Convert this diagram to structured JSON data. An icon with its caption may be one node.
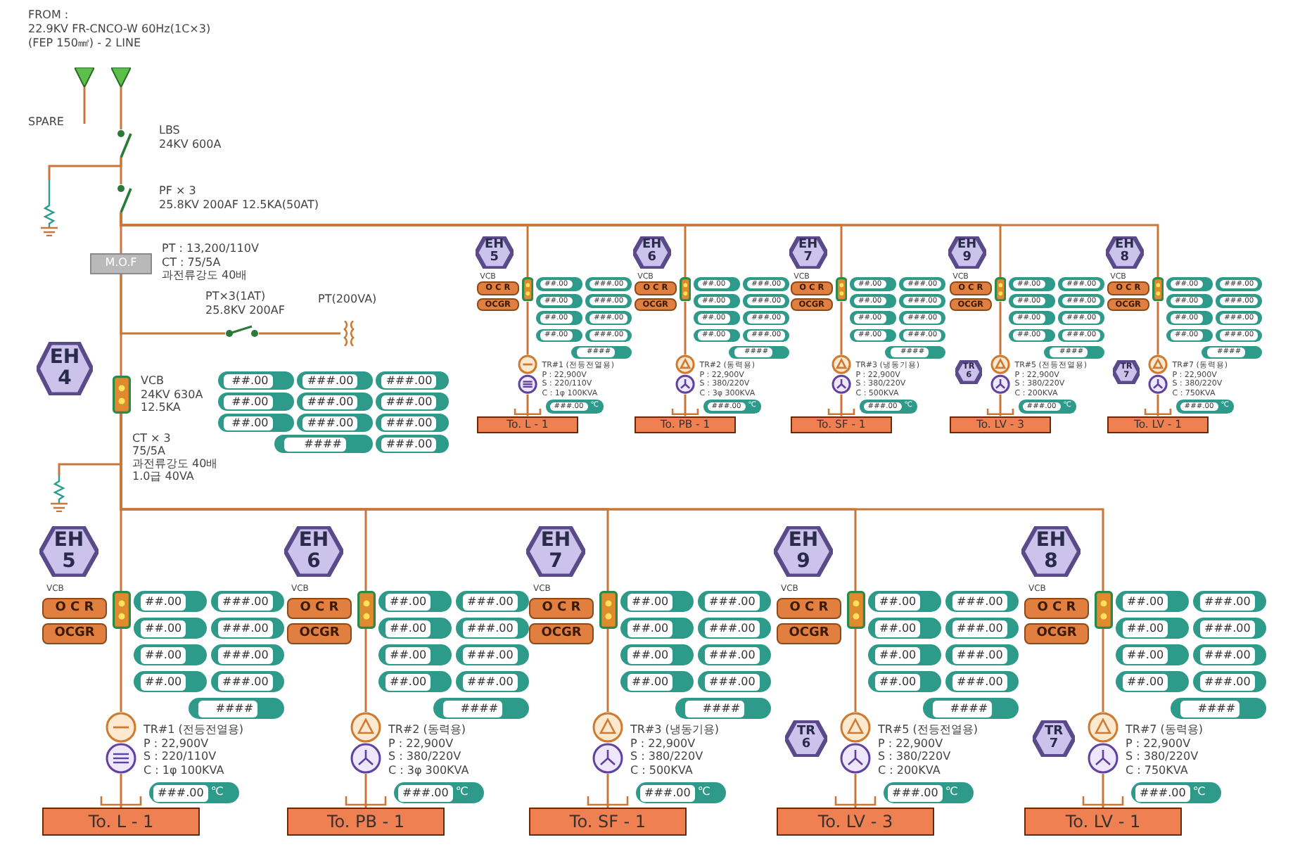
{
  "diagram": {
    "nodes": [
      {
        "text": [],
        "shape": "triangle",
        "beside": [
          "SPARE"
        ]
      },
      {
        "text": [],
        "shape": "triangle"
      },
      {
        "text": [],
        "shape": "switch",
        "beside": [
          "LBS",
          "24KV 600A"
        ]
      },
      {
        "text": [],
        "shape": "switch",
        "beside": [
          "PF × 3",
          "25.8KV 200AF 12.5KA(50AT)"
        ]
      },
      {
        "text": [
          "M.O.F"
        ],
        "beside": [
          "PT : 13,200/110V",
          "CT : 75/5A",
          "과전류강도 40배"
        ]
      },
      {
        "text": [],
        "shape": "switch",
        "beside": [
          "PT×3(1AT)",
          "25.8KV 200AF"
        ]
      },
      {
        "text": [],
        "shape": "coil",
        "beside": [
          "PT(200VA)"
        ]
      },
      {
        "text": [
          "EH 4"
        ]
      },
      {
        "text": [],
        "shape": "box",
        "beside": [
          "VCB",
          "24KV 630A",
          "12.5KA"
        ]
      },
      {
        "text": [
          "##.00"
        ]
      },
      {
        "text": [
          "###.00"
        ]
      },
      {
        "text": [
          "###.00"
        ]
      },
      {
        "text": [
          "##.00"
        ]
      },
      {
        "text": [
          "###.00"
        ]
      },
      {
        "text": [
          "###.00"
        ]
      },
      {
        "text": [
          "##.00"
        ]
      },
      {
        "text": [
          "###.00"
        ]
      },
      {
        "text": [
          "###.00"
        ]
      },
      {
        "text": [
          "####"
        ]
      },
      {
        "text": [
          "###.00"
        ]
      },
      {
        "text": [
          "EH 5"
        ]
      },
      {
        "text": [],
        "shape": "box"
      },
      {
        "text": [
          "O C R"
        ],
        "beside": [
          "VCB"
        ]
      },
      {
        "text": [
          "OCGR"
        ]
      },
      {
        "text": [
          "##.00"
        ]
      },
      {
        "text": [
          "##.00"
        ]
      },
      {
        "text": [
          "##.00"
        ]
      },
      {
        "text": [
          "##.00"
        ]
      },
      {
        "text": [
          "###.00"
        ]
      },
      {
        "text": [
          "###.00"
        ]
      },
      {
        "text": [
          "###.00"
        ]
      },
      {
        "text": [
          "###.00"
        ]
      },
      {
        "text": [
          "####"
        ]
      },
      {
        "text": [],
        "shape": "circle",
        "beside": [
          "TR#1 (전등전열용)",
          "P : 22,900V",
          "S : 220/110V",
          "C : 1φ 100KVA"
        ]
      },
      {
        "text": [
          "###.00",
          "℃"
        ]
      },
      {
        "text": [
          "To. L - 1"
        ]
      },
      {
        "text": [
          "EH 6"
        ]
      },
      {
        "text": [],
        "shape": "box"
      },
      {
        "text": [
          "O C R"
        ],
        "beside": [
          "VCB"
        ]
      },
      {
        "text": [
          "OCGR"
        ]
      },
      {
        "text": [
          "##.00"
        ]
      },
      {
        "text": [
          "##.00"
        ]
      },
      {
        "text": [
          "##.00"
        ]
      },
      {
        "text": [
          "##.00"
        ]
      },
      {
        "text": [
          "###.00"
        ]
      },
      {
        "text": [
          "###.00"
        ]
      },
      {
        "text": [
          "###.00"
        ]
      },
      {
        "text": [
          "###.00"
        ]
      },
      {
        "text": [
          "####"
        ]
      },
      {
        "text": [],
        "shape": "circle",
        "beside": [
          "TR#2 (동력용)",
          "P : 22,900V",
          "S : 380/220V",
          "C : 3φ 300KVA"
        ]
      },
      {
        "text": [
          "###.00",
          "℃"
        ]
      },
      {
        "text": [
          "To. PB - 1"
        ]
      },
      {
        "text": [
          "EH 7"
        ]
      },
      {
        "text": [],
        "shape": "box"
      },
      {
        "text": [
          "O C R"
        ],
        "beside": [
          "VCB"
        ]
      },
      {
        "text": [
          "OCGR"
        ]
      },
      {
        "text": [
          "##.00"
        ]
      },
      {
        "text": [
          "##.00"
        ]
      },
      {
        "text": [
          "##.00"
        ]
      },
      {
        "text": [
          "##.00"
        ]
      },
      {
        "text": [
          "###.00"
        ]
      },
      {
        "text": [
          "###.00"
        ]
      },
      {
        "text": [
          "###.00"
        ]
      },
      {
        "text": [
          "###.00"
        ]
      },
      {
        "text": [
          "####"
        ]
      },
      {
        "text": [],
        "shape": "circle",
        "beside": [
          "TR#3 (냉동기용)",
          "P : 22,900V",
          "S : 380/220V",
          "C : 500KVA"
        ]
      },
      {
        "text": [
          "###.00",
          "℃"
        ]
      },
      {
        "text": [
          "To. SF - 1"
        ]
      },
      {
        "text": [
          "EH 9"
        ]
      },
      {
        "text": [],
        "shape": "box"
      },
      {
        "text": [
          "O C R"
        ],
        "beside": [
          "VCB"
        ]
      },
      {
        "text": [
          "OCGR"
        ]
      },
      {
        "text": [
          "##.00"
        ]
      },
      {
        "text": [
          "##.00"
        ]
      },
      {
        "text": [
          "##.00"
        ]
      },
      {
        "text": [
          "##.00"
        ]
      },
      {
        "text": [
          "###.00"
        ]
      },
      {
        "text": [
          "###.00"
        ]
      },
      {
        "text": [
          "###.00"
        ]
      },
      {
        "text": [
          "###.00"
        ]
      },
      {
        "text": [
          "####"
        ]
      },
      {
        "text": [],
        "shape": "circle",
        "beside": [
          "TR#5 (전등전열용)",
          "P : 22,900V",
          "S : 380/220V",
          "C : 200KVA"
        ]
      },
      {
        "text": [
          "###.00",
          "℃"
        ]
      },
      {
        "text": [
          "To. LV - 3"
        ]
      },
      {
        "text": [
          "EH 8"
        ]
      },
      {
        "text": [],
        "shape": "box"
      },
      {
        "text": [
          "O C R"
        ],
        "beside": [
          "VCB"
        ]
      },
      {
        "text": [
          "OCGR"
        ]
      },
      {
        "text": [
          "##.00"
        ]
      },
      {
        "text": [
          "##.00"
        ]
      },
      {
        "text": [
          "##.00"
        ]
      },
      {
        "text": [
          "##.00"
        ]
      },
      {
        "text": [
          "###.00"
        ]
      },
      {
        "text": [
          "###.00"
        ]
      },
      {
        "text": [
          "###.00"
        ]
      },
      {
        "text": [
          "###.00"
        ]
      },
      {
        "text": [
          "####"
        ]
      },
      {
        "text": [],
        "shape": "circle",
        "beside": [
          "TR#7 (동력용)",
          "P : 22,900V",
          "S : 380/220V",
          "C : 750KVA"
        ]
      },
      {
        "text": [
          "###.00",
          "℃"
        ]
      },
      {
        "text": [
          "To. LV - 1"
        ]
      },
      {
        "text": [
          "EH 5"
        ]
      },
      {
        "text": [],
        "shape": "box"
      },
      {
        "text": [
          "O C R"
        ],
        "beside": [
          "VCB"
        ]
      },
      {
        "text": [
          "OCGR"
        ]
      },
      {
        "text": [
          "##.00"
        ]
      },
      {
        "text": [
          "##.00"
        ]
      },
      {
        "text": [
          "##.00"
        ]
      },
      {
        "text": [
          "##.00"
        ]
      },
      {
        "text": [
          "###.00"
        ]
      },
      {
        "text": [
          "###.00"
        ]
      },
      {
        "text": [
          "###.00"
        ]
      },
      {
        "text": [
          "###.00"
        ]
      },
      {
        "text": [
          "####"
        ]
      },
      {
        "text": [],
        "shape": "circle",
        "beside": [
          "TR#1 (전등전열용)",
          "P : 22,900V",
          "S : 220/110V",
          "C : 1φ 100KVA"
        ]
      },
      {
        "text": [
          "###.00",
          "℃"
        ]
      },
      {
        "text": [
          "To. L - 1"
        ]
      },
      {
        "text": [
          "EH 6"
        ]
      },
      {
        "text": [],
        "shape": "box"
      },
      {
        "text": [
          "O C R"
        ],
        "beside": [
          "VCB"
        ]
      },
      {
        "text": [
          "OCGR"
        ]
      },
      {
        "text": [
          "##.00"
        ]
      },
      {
        "text": [
          "##.00"
        ]
      },
      {
        "text": [
          "##.00"
        ]
      },
      {
        "text": [
          "##.00"
        ]
      },
      {
        "text": [
          "###.00"
        ]
      },
      {
        "text": [
          "###.00"
        ]
      },
      {
        "text": [
          "###.00"
        ]
      },
      {
        "text": [
          "###.00"
        ]
      },
      {
        "text": [
          "####"
        ]
      },
      {
        "text": [],
        "shape": "circle",
        "beside": [
          "TR#2 (동력용)",
          "P : 22,900V",
          "S : 380/220V",
          "C : 3φ 300KVA"
        ]
      },
      {
        "text": [
          "###.00",
          "℃"
        ]
      },
      {
        "text": [
          "To. PB - 1"
        ]
      },
      {
        "text": [
          "EH 7"
        ]
      },
      {
        "text": [],
        "shape": "box"
      },
      {
        "text": [
          "O C R"
        ],
        "beside": [
          "VCB"
        ]
      },
      {
        "text": [
          "OCGR"
        ]
      },
      {
        "text": [
          "##.00"
        ]
      },
      {
        "text": [
          "##.00"
        ]
      },
      {
        "text": [
          "##.00"
        ]
      },
      {
        "text": [
          "##.00"
        ]
      },
      {
        "text": [
          "###.00"
        ]
      },
      {
        "text": [
          "###.00"
        ]
      },
      {
        "text": [
          "###.00"
        ]
      },
      {
        "text": [
          "###.00"
        ]
      },
      {
        "text": [
          "####"
        ]
      },
      {
        "text": [],
        "shape": "circle",
        "beside": [
          "TR#3 (냉동기용)",
          "P : 22,900V",
          "S : 380/220V",
          "C : 500KVA"
        ]
      },
      {
        "text": [
          "###.00",
          "℃"
        ]
      },
      {
        "text": [
          "To. SF - 1"
        ]
      },
      {
        "text": [
          "EH 9"
        ]
      },
      {
        "text": [],
        "shape": "box"
      },
      {
        "text": [
          "O C R"
        ],
        "beside": [
          "VCB"
        ]
      },
      {
        "text": [
          "OCGR"
        ]
      },
      {
        "text": [
          "##.00"
        ]
      },
      {
        "text": [
          "##.00"
        ]
      },
      {
        "text": [
          "##.00"
        ]
      },
      {
        "text": [
          "##.00"
        ]
      },
      {
        "text": [
          "###.00"
        ]
      },
      {
        "text": [
          "###.00"
        ]
      },
      {
        "text": [
          "###.00"
        ]
      },
      {
        "text": [
          "###.00"
        ]
      },
      {
        "text": [
          "####"
        ]
      },
      {
        "text": [],
        "shape": "circle",
        "beside": [
          "TR#5 (전등전열용)",
          "P : 22,900V",
          "S : 380/220V",
          "C : 200KVA"
        ]
      },
      {
        "text": [
          "###.00",
          "℃"
        ]
      },
      {
        "text": [
          "To. LV - 3"
        ]
      },
      {
        "text": [
          "EH 8"
        ]
      },
      {
        "text": [],
        "shape": "box"
      },
      {
        "text": [
          "O C R"
        ],
        "beside": [
          "VCB"
        ]
      },
      {
        "text": [
          "OCGR"
        ]
      },
      {
        "text": [
          "##.00"
        ]
      },
      {
        "text": [
          "##.00"
        ]
      },
      {
        "text": [
          "##.00"
        ]
      },
      {
        "text": [
          "##.00"
        ]
      },
      {
        "text": [
          "###.00"
        ]
      },
      {
        "text": [
          "###.00"
        ]
      },
      {
        "text": [
          "###.00"
        ]
      },
      {
        "text": [
          "###.00"
        ]
      },
      {
        "text": [
          "####"
        ]
      },
      {
        "text": [],
        "shape": "circle",
        "beside": [
          "TR#7 (동력용)",
          "P : 22,900V",
          "S : 380/220V",
          "C : 750KVA"
        ]
      },
      {
        "text": [
          "###.00",
          "℃"
        ]
      },
      {
        "text": [
          "To. LV - 1"
        ]
      },
      {
        "text": [
          "TR 6"
        ]
      },
      {
        "text": [
          "TR 7"
        ]
      },
      {
        "text": [
          "TR 6"
        ]
      },
      {
        "text": [
          "TR 7"
        ]
      },
      {
        "text": [],
        "shape": "ground"
      },
      {
        "text": [],
        "shape": "ground"
      }
    ],
    "edges": [
      {
        "from": 0,
        "to": null,
        "arrow": "none"
      },
      {
        "from": 1,
        "to": 2,
        "arrow": "none"
      },
      {
        "from": 2,
        "to": 3,
        "arrow": "none"
      },
      {
        "from": 3,
        "to": 4,
        "arrow": "none"
      },
      {
        "from": 4,
        "to": 5,
        "arrow": "none"
      },
      {
        "from": 5,
        "to": 6,
        "arrow": "none"
      },
      {
        "from": 4,
        "to": 8,
        "arrow": "none"
      },
      {
        "from": 3,
        "to": 21,
        "arrow": "none"
      },
      {
        "from": 21,
        "to": 33,
        "arrow": "none"
      },
      {
        "from": 33,
        "to": 35,
        "arrow": "none"
      },
      {
        "from": 3,
        "to": 37,
        "arrow": "none"
      },
      {
        "from": 37,
        "to": 49,
        "arrow": "none"
      },
      {
        "from": 49,
        "to": 51,
        "arrow": "none"
      },
      {
        "from": 3,
        "to": 53,
        "arrow": "none"
      },
      {
        "from": 53,
        "to": 65,
        "arrow": "none"
      },
      {
        "from": 65,
        "to": 67,
        "arrow": "none"
      },
      {
        "from": 3,
        "to": 69,
        "arrow": "none"
      },
      {
        "from": 69,
        "to": 81,
        "arrow": "none"
      },
      {
        "from": 81,
        "to": 83,
        "arrow": "none"
      },
      {
        "from": 3,
        "to": 85,
        "arrow": "none"
      },
      {
        "from": 85,
        "to": 97,
        "arrow": "none"
      },
      {
        "from": 97,
        "to": 99,
        "arrow": "none"
      },
      {
        "from": 8,
        "to": 101,
        "arrow": "none"
      },
      {
        "from": 101,
        "to": 113,
        "arrow": "none"
      },
      {
        "from": 113,
        "to": 115,
        "arrow": "none"
      },
      {
        "from": 8,
        "to": 117,
        "arrow": "none"
      },
      {
        "from": 117,
        "to": 129,
        "arrow": "none"
      },
      {
        "from": 129,
        "to": 131,
        "arrow": "none"
      },
      {
        "from": 8,
        "to": 133,
        "arrow": "none"
      },
      {
        "from": 133,
        "to": 145,
        "arrow": "none"
      },
      {
        "from": 145,
        "to": 147,
        "arrow": "none"
      },
      {
        "from": 8,
        "to": 149,
        "arrow": "none"
      },
      {
        "from": 149,
        "to": 161,
        "arrow": "none"
      },
      {
        "from": 161,
        "to": 163,
        "arrow": "none"
      },
      {
        "from": 8,
        "to": 165,
        "arrow": "none"
      },
      {
        "from": 165,
        "to": 177,
        "arrow": "none"
      },
      {
        "from": 177,
        "to": 179,
        "arrow": "none"
      },
      {
        "from": 2,
        "to": 184,
        "arrow": "none"
      },
      {
        "from": 8,
        "to": 185,
        "arrow": "none"
      }
    ],
    "labels": [
      "FROM :",
      "22.9KV FR-CNCO-W 60Hz(1C×3)",
      "(FEP 150㎟) - 2 LINE",
      "CT × 3",
      "75/5A",
      "과전류강도 40배",
      "1.0급 40VA"
    ]
  }
}
